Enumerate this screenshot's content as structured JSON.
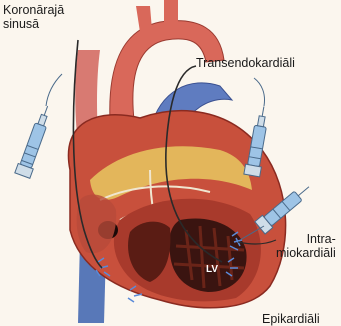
{
  "labels": {
    "coronary_sinus_line1": "Koronārajā",
    "coronary_sinus_line2": "sinusā",
    "transendocardial": "Transendokardiāli",
    "intramyocardial_line1": "Intra-",
    "intramyocardial_line2": "miokardiāli",
    "epicardial": "Epikardiāli",
    "lv": "LV"
  },
  "colors": {
    "background": "#fbf6ee",
    "heart_wall": "#c8503c",
    "myocardium": "#a83a2c",
    "inner_chamber": "#3a1410",
    "aorta": "#d9685a",
    "vein_blue": "#5878b8",
    "fat_yellow": "#e8c860",
    "syringe_blue": "#9ec4e6",
    "catheter": "#2a2a2a"
  }
}
